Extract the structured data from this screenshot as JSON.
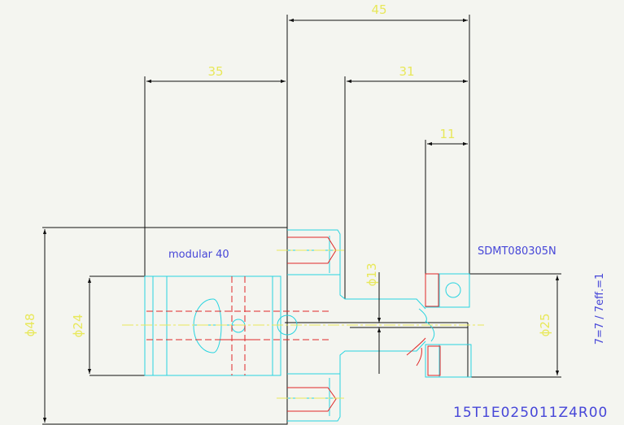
{
  "dimensions": {
    "overall_length": "45",
    "body_length": "35",
    "neck_length": "31",
    "tip_length": "11",
    "outer_diameter": "ϕ48",
    "bore_diameter": "ϕ24",
    "neck_diameter": "ϕ13",
    "cutting_diameter": "ϕ25"
  },
  "labels": {
    "adapter": "modular 40",
    "insert": "SDMT080305N",
    "teeth": "7=7 / 7eff.=1",
    "part_code": "15T1E025011Z4R00"
  },
  "colors": {
    "background": "#f4f5f0",
    "dimension_text": "#e8e85a",
    "annotation_text": "#4646d8",
    "outline": "#111111",
    "construction": "#28d4e0",
    "hidden": "#e02828"
  }
}
